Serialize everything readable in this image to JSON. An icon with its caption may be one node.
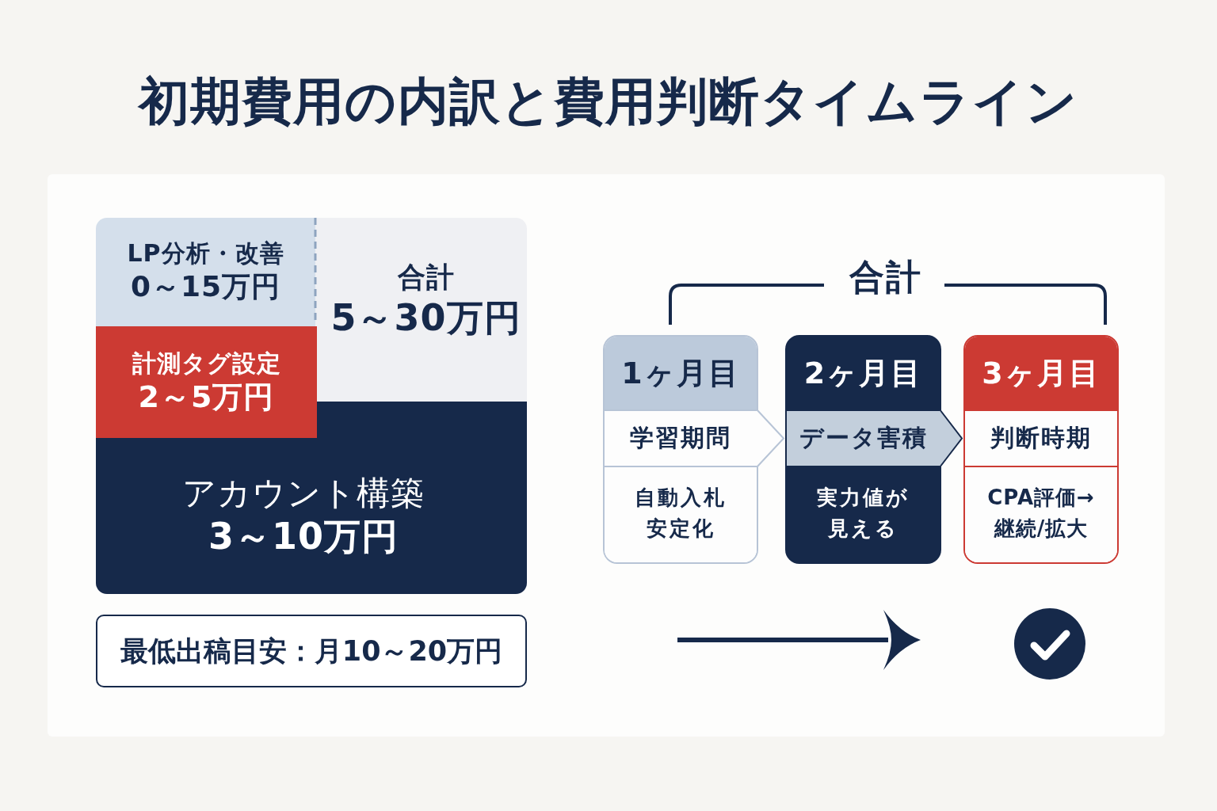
{
  "diagram": {
    "title": "初期費用の内訳と費用判断タイムライン",
    "nodes": [
      {
        "text": [
          "LP分析・改善",
          "0～15万円"
        ]
      },
      {
        "text": [
          "合計",
          "5～30万円"
        ]
      },
      {
        "text": [
          "計測タグ設定",
          "2～5万円"
        ]
      },
      {
        "text": [
          "アカウント構築",
          "3～10万円"
        ]
      },
      {
        "text": [
          "最低出稿目安：月10～20万円"
        ]
      },
      {
        "text": [
          "1ヶ月目"
        ]
      },
      {
        "text": [
          "学習期問"
        ],
        "in": 5
      },
      {
        "text": [
          "自動入札安定化"
        ],
        "in": 5
      },
      {
        "text": [
          "2ヶ月目"
        ]
      },
      {
        "text": [
          "データ害積"
        ],
        "in": 8
      },
      {
        "text": [
          "実力値が見える"
        ],
        "in": 8
      },
      {
        "text": [
          "3ヶ月目"
        ]
      },
      {
        "text": [
          "判断時期"
        ],
        "in": 11
      },
      {
        "text": [
          "CPA評価→継続/拡大"
        ],
        "in": 11
      }
    ],
    "edges": [
      {
        "from": 6,
        "to": 9,
        "arrow": "to",
        "color": "#b7c4d6"
      },
      {
        "from": 9,
        "to": 12,
        "arrow": "to",
        "color": "#16294a"
      }
    ],
    "labels": [
      "合計"
    ]
  }
}
